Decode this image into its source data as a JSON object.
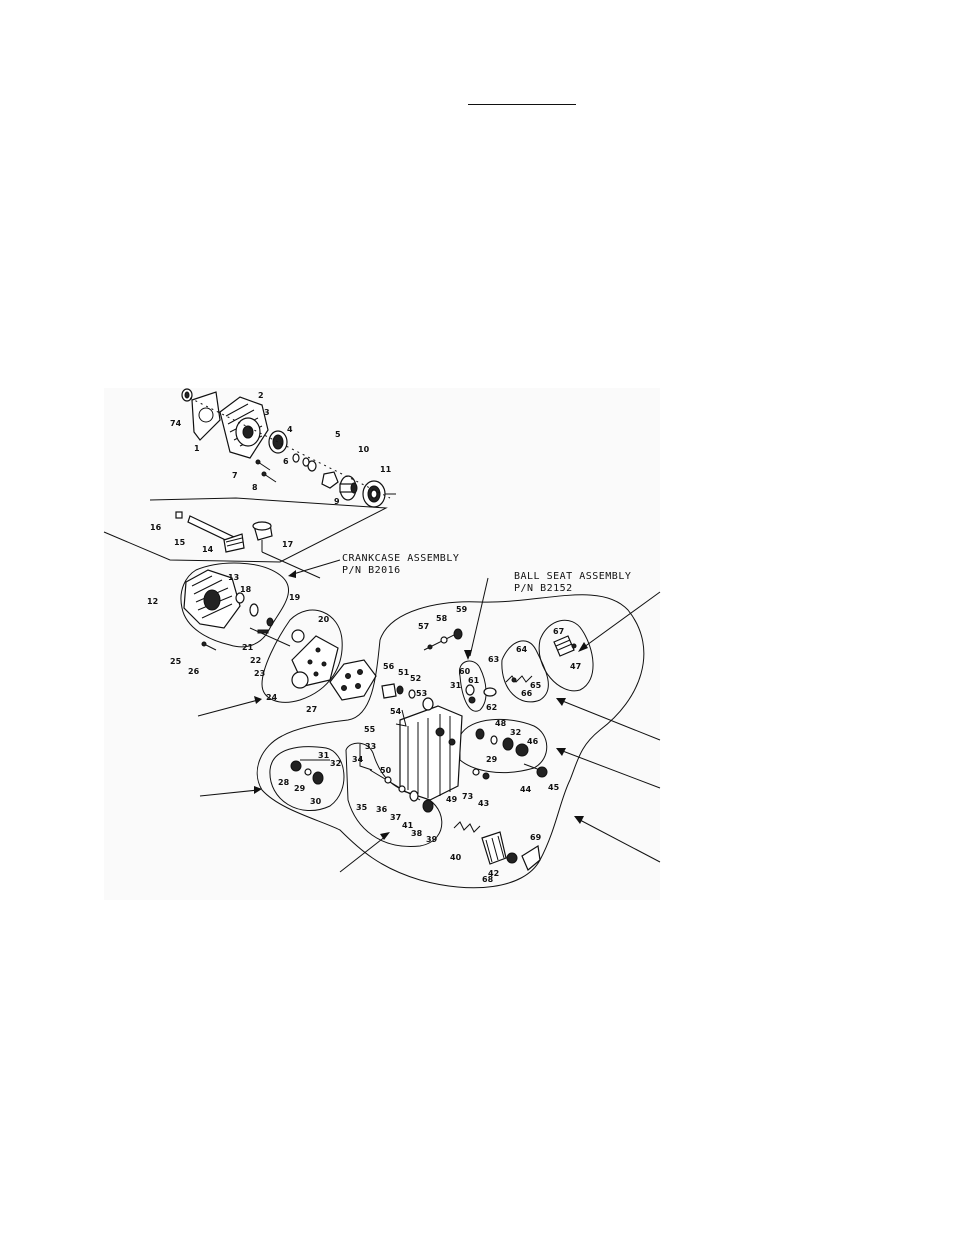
{
  "assemblies": {
    "crankcase": {
      "name": "CRANKCASE ASSEMBLY",
      "pn": "P/N  B2016"
    },
    "ball_seat": {
      "name": "BALL SEAT ASSEMBLY",
      "pn": "P/N  B2152"
    }
  },
  "callouts": [
    "74",
    "1",
    "2",
    "3",
    "4",
    "5",
    "6",
    "7",
    "8",
    "9",
    "10",
    "11",
    "16",
    "15",
    "14",
    "17",
    "12",
    "13",
    "18",
    "19",
    "20",
    "21",
    "22",
    "23",
    "24",
    "25",
    "26",
    "27",
    "57",
    "58",
    "59",
    "60",
    "61",
    "62",
    "63",
    "64",
    "65",
    "66",
    "67",
    "47",
    "56",
    "51",
    "52",
    "53",
    "54",
    "31",
    "48",
    "32",
    "29",
    "46",
    "44",
    "45",
    "73",
    "43",
    "55",
    "33",
    "34",
    "50",
    "49",
    "28",
    "29",
    "30",
    "31",
    "32",
    "35",
    "36",
    "37",
    "41",
    "38",
    "39",
    "40",
    "42",
    "68",
    "69"
  ]
}
